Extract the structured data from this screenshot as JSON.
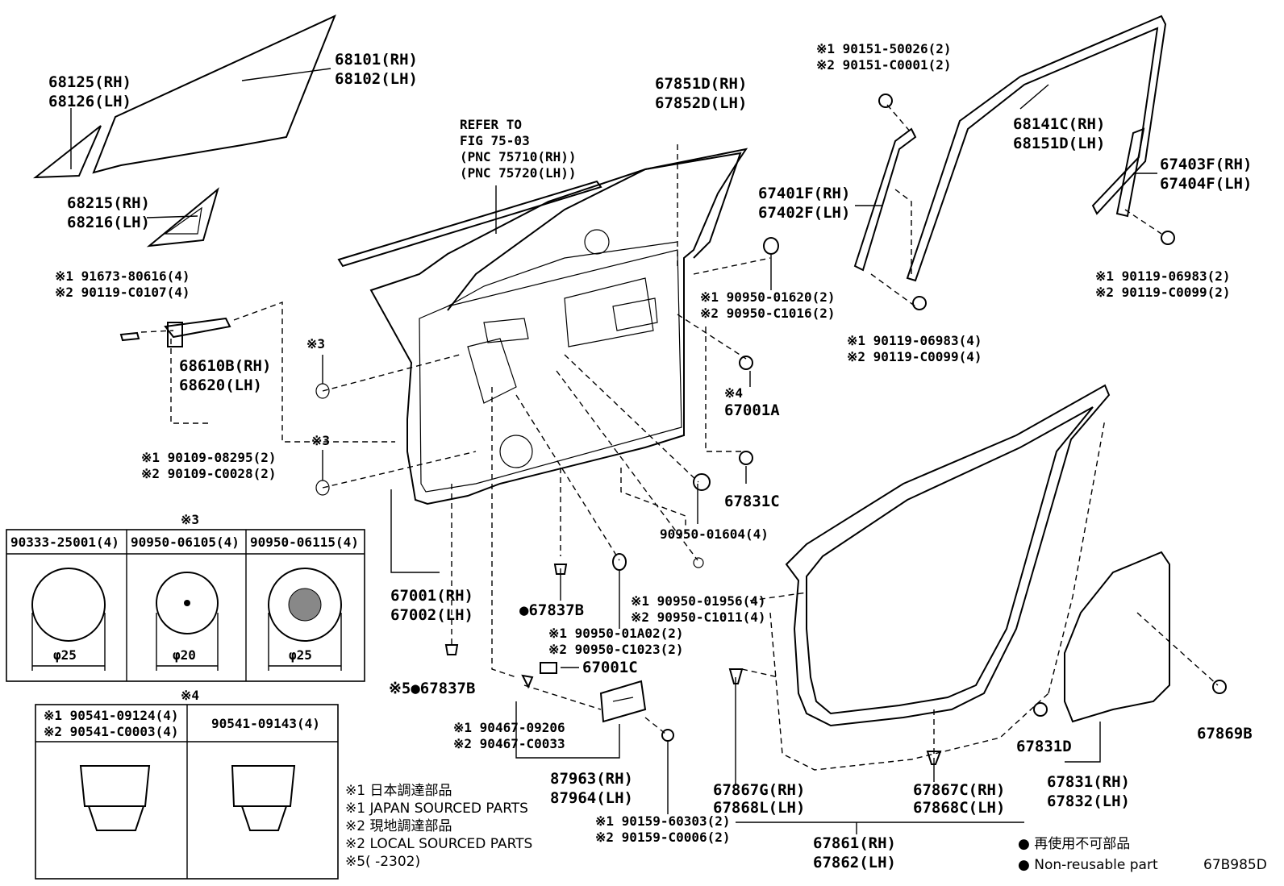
{
  "labels": {
    "p68125": "68125(RH)",
    "p68126": "68126(LH)",
    "p68101": "68101(RH)",
    "p68102": "68102(LH)",
    "p68215": "68215(RH)",
    "p68216": "68216(LH)",
    "refer1": "REFER TO",
    "refer2": "FIG 75-03",
    "refer3": "(PNC 75710(RH))",
    "refer4": "(PNC 75720(LH))",
    "p67851": "67851D(RH)",
    "p67852": "67852D(LH)",
    "s1_91673": "※1 91673-80616(4)",
    "s2_90119c0107": "※2 90119-C0107(4)",
    "p68610": "68610B(RH)",
    "p68620": "68620(LH)",
    "s3a": "※3",
    "s3b": "※3",
    "s1_90109": "※1 90109-08295(2)",
    "s2_90109": "※2 90109-C0028(2)",
    "s1_90151": "※1 90151-50026(2)",
    "s2_90151": "※2 90151-C0001(2)",
    "p68141": "68141C(RH)",
    "p68151": "68151D(LH)",
    "p67401": "67401F(RH)",
    "p67402": "67402F(LH)",
    "p67403": "67403F(RH)",
    "p67404": "67404F(LH)",
    "s1_90119_06983_2": "※1 90119-06983(2)",
    "s2_90119_c0099_2": "※2 90119-C0099(2)",
    "s1_90950_01620": "※1 90950-01620(2)",
    "s2_90950_c1016": "※2 90950-C1016(2)",
    "s1_90119_06983_4": "※1 90119-06983(4)",
    "s2_90119_c0099_4": "※2 90119-C0099(4)",
    "s4": "※4",
    "p67001a": "67001A",
    "p67831c": "67831C",
    "p90950_01604": "90950-01604(4)",
    "p67001": "67001(RH)",
    "p67002": "67002(LH)",
    "p67837b": "●67837B",
    "s5_67837b": "※5●67837B",
    "s1_90950_01956": "※1 90950-01956(4)",
    "s2_90950_c1011": "※2 90950-C1011(4)",
    "s1_90950_01a02": "※1 90950-01A02(2)",
    "s2_90950_c1023": "※2 90950-C1023(2)",
    "p67001c": "67001C",
    "s1_90467": "※1 90467-09206",
    "s2_90467": "※2 90467-C0033",
    "p87963": "87963(RH)",
    "p87964": "87964(LH)",
    "s1_90159": "※1 90159-60303(2)",
    "s2_90159": "※2 90159-C0006(2)",
    "p67867g": "67867G(RH)",
    "p67868l": "67868L(LH)",
    "p67867c": "67867C(RH)",
    "p67868c": "67868C(LH)",
    "p67861": "67861(RH)",
    "p67862": "67862(LH)",
    "p67831d": "67831D",
    "p67831": "67831(RH)",
    "p67832": "67832(LH)",
    "p67869b": "67869B",
    "code": "67B985D"
  },
  "table3": {
    "title": "※3",
    "headers": [
      "90333-25001(4)",
      "90950-06105(4)",
      "90950-06115(4)"
    ],
    "dims": [
      "φ25",
      "φ20",
      "φ25"
    ]
  },
  "table4": {
    "title": "※4",
    "col1_line1": "※1 90541-09124(4)",
    "col1_line2": "※2 90541-C0003(4)",
    "col2": "90541-09143(4)"
  },
  "notes": {
    "n1": "※1 日本調達部品",
    "n2": "※1 JAPAN SOURCED PARTS",
    "n3": "※2 現地調達部品",
    "n4": "※2 LOCAL SOURCED PARTS",
    "n5": "※5(      -2302)"
  },
  "legend": {
    "jp": "● 再使用不可部品",
    "en": "● Non-reusable part"
  }
}
